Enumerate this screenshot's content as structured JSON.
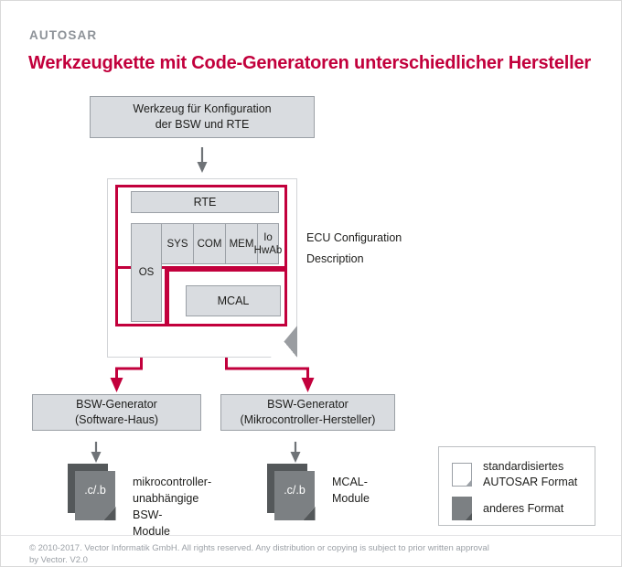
{
  "header": {
    "eyebrow": "AUTOSAR",
    "title": "Werkzeugkette mit Code-Generatoren unterschiedlicher Hersteller"
  },
  "diagram": {
    "tool_box": "Werkzeug für Konfiguration\nder BSW und RTE",
    "tool_box_line1": "Werkzeug für Konfiguration",
    "tool_box_line2": "der BSW und RTE",
    "ecu_caption_line1": "ECU Configuration",
    "ecu_caption_line2": "Description",
    "rte": "RTE",
    "modules": [
      {
        "label": "OS"
      },
      {
        "label": "SYS"
      },
      {
        "label": "COM"
      },
      {
        "label": "MEM"
      },
      {
        "label_line1": "Io",
        "label_line2": "HwAb"
      }
    ],
    "mcal": "MCAL",
    "generators": [
      {
        "line1": "BSW-Generator",
        "line2": "(Software-Haus)"
      },
      {
        "line1": "BSW-Generator",
        "line2": "(Mikrocontroller-Hersteller)"
      }
    ],
    "outputs": [
      {
        "icon_text": ".c/.b",
        "label_line1": "mikrocontroller-",
        "label_line2": "unabhängige",
        "label_line3": "BSW-",
        "label_line4": "Module"
      },
      {
        "icon_text": ".c/.b",
        "label_line1": "MCAL-",
        "label_line2": "Module"
      }
    ]
  },
  "legend": {
    "items": [
      {
        "line1": "standardisiertes",
        "line2": "AUTOSAR Format",
        "icon": "document-white-icon"
      },
      {
        "line1": "anderes Format",
        "line2": "",
        "icon": "document-grey-icon"
      }
    ]
  },
  "footer": {
    "line1": "© 2010-2017. Vector Informatik GmbH. All rights reserved. Any distribution or copying is subject to prior written approval",
    "line2": "by Vector. V2.0"
  },
  "colors": {
    "accent_red": "#c2003c",
    "box_grey": "#d9dce0",
    "box_border": "#9ba0a6",
    "doc_grey": "#7c8083",
    "doc_shadow": "#54585a",
    "eyebrow_grey": "#8d9298",
    "arrow_grey": "#6f7377"
  }
}
